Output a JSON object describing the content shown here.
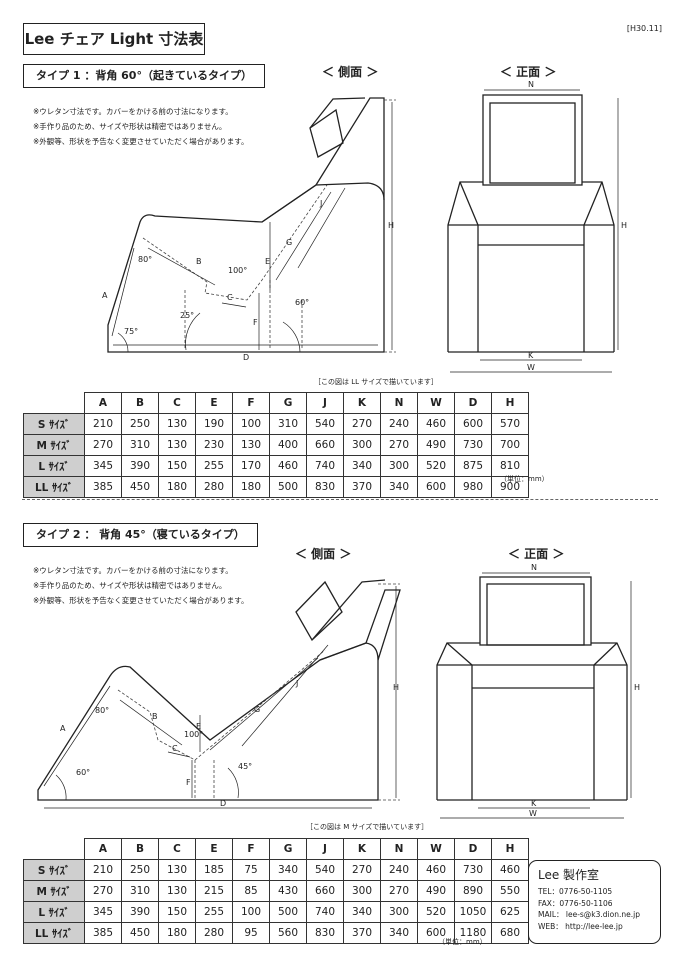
{
  "title": "Lee チェア Light 寸法表",
  "stamp": "[H30.11]",
  "side_label": "＜ 側面 ＞",
  "front_label": "＜ 正面 ＞",
  "notes": [
    "※ウレタン寸法です。カバーをかける前の寸法になります。",
    "※手作り品のため、サイズや形状は精密ではありません。",
    "※外観等、形状を予告なく変更させていただく場合があります。"
  ],
  "unit": "（単位：mm）",
  "headers": [
    "A",
    "B",
    "C",
    "E",
    "F",
    "G",
    "J",
    "K",
    "N",
    "W",
    "D",
    "H"
  ],
  "type1": {
    "title": "タイプ 1 ：背角 60°（起きているタイプ）",
    "caption": "［この図は LL サイズで描いています］",
    "angles": {
      "a80": "80°",
      "a100": "100°",
      "a25": "25°",
      "a75": "75°",
      "a60": "60°"
    },
    "rows": [
      {
        "label": "S ｻｲｽﾞ",
        "values": [
          "210",
          "250",
          "130",
          "190",
          "100",
          "310",
          "540",
          "270",
          "240",
          "460",
          "600",
          "570"
        ]
      },
      {
        "label": "M ｻｲｽﾞ",
        "values": [
          "270",
          "310",
          "130",
          "230",
          "130",
          "400",
          "660",
          "300",
          "270",
          "490",
          "730",
          "700"
        ]
      },
      {
        "label": "L ｻｲｽﾞ",
        "values": [
          "345",
          "390",
          "150",
          "255",
          "170",
          "460",
          "740",
          "340",
          "300",
          "520",
          "875",
          "810"
        ]
      },
      {
        "label": "LL ｻｲｽﾞ",
        "values": [
          "385",
          "450",
          "180",
          "280",
          "180",
          "500",
          "830",
          "370",
          "340",
          "600",
          "980",
          "900"
        ]
      }
    ]
  },
  "type2": {
    "title": "タイプ 2 ： 背角 45°（寝ているタイプ）",
    "caption": "［この図は M サイズで描いています］",
    "angles": {
      "a80": "80°",
      "a100": "100°",
      "a60": "60°",
      "a45": "45°"
    },
    "rows": [
      {
        "label": "S ｻｲｽﾞ",
        "values": [
          "210",
          "250",
          "130",
          "185",
          "75",
          "340",
          "540",
          "270",
          "240",
          "460",
          "730",
          "460"
        ]
      },
      {
        "label": "M ｻｲｽﾞ",
        "values": [
          "270",
          "310",
          "130",
          "215",
          "85",
          "430",
          "660",
          "300",
          "270",
          "490",
          "890",
          "550"
        ]
      },
      {
        "label": "L ｻｲｽﾞ",
        "values": [
          "345",
          "390",
          "150",
          "255",
          "100",
          "500",
          "740",
          "340",
          "300",
          "520",
          "1050",
          "625"
        ]
      },
      {
        "label": "LL ｻｲｽﾞ",
        "values": [
          "385",
          "450",
          "180",
          "280",
          "95",
          "560",
          "830",
          "370",
          "340",
          "600",
          "1180",
          "680"
        ]
      }
    ]
  },
  "contact": {
    "name": "Lee 製作室",
    "tel": "TEL：0776-50-1105",
    "fax": "FAX：0776-50-1106",
    "mail": "MAIL： lee-s@k3.dion.ne.jp",
    "web": "WEB： http://lee-lee.jp"
  }
}
